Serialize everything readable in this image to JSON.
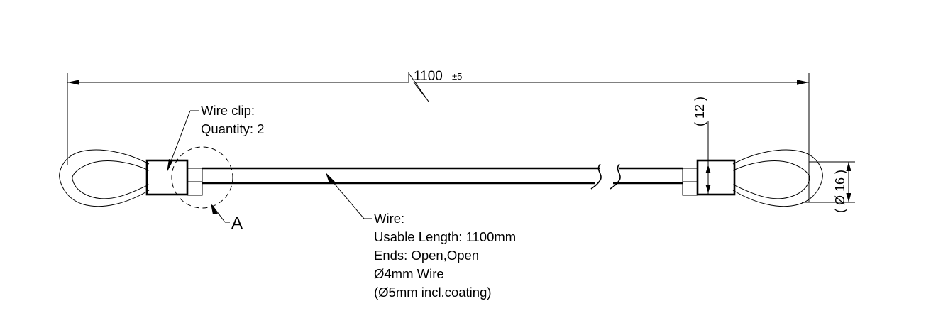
{
  "drawing": {
    "title": "Wire rope assembly with loops and wire clips",
    "background_color": "#ffffff",
    "line_color": "#000000",
    "overall_dimension": {
      "value": "1100",
      "tolerance": "±5",
      "name": "overall-length"
    },
    "annotations": {
      "wire_clip": {
        "line1": "Wire clip:",
        "line2": "Quantity: 2"
      },
      "detail_callout": "A",
      "wire_note": {
        "line1": "Wire:",
        "line2": "Usable Length: 1100mm",
        "line3": "Ends: Open,Open",
        "line4": "Ø4mm Wire",
        "line5": "(Ø5mm incl.coating)"
      }
    },
    "vertical_dimensions": {
      "clip_width": "( 12 )",
      "loop_diameter": "( Ø 16 )"
    }
  }
}
